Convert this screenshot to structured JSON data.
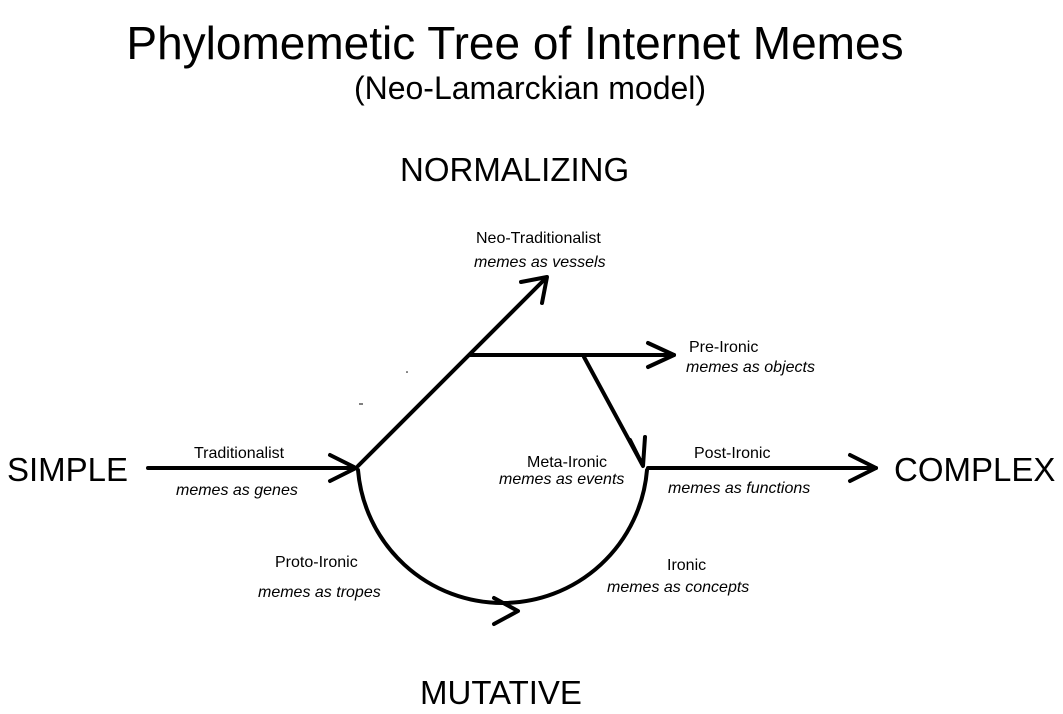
{
  "title": "Phylomemetic Tree of Internet Memes",
  "subtitle": "(Neo-Lamarckian model)",
  "axes": {
    "top": "NORMALIZING",
    "bottom": "MUTATIVE",
    "left": "SIMPLE",
    "right": "COMPLEX"
  },
  "nodes": {
    "traditionalist": {
      "name": "Traditionalist",
      "desc": "memes as genes"
    },
    "neo_traditionalist": {
      "name": "Neo-Traditionalist",
      "desc": "memes as vessels"
    },
    "pre_ironic": {
      "name": "Pre-Ironic",
      "desc": "memes as objects"
    },
    "meta_ironic": {
      "name": "Meta-Ironic",
      "desc": "memes as events"
    },
    "post_ironic": {
      "name": "Post-Ironic",
      "desc": "memes as functions"
    },
    "proto_ironic": {
      "name": "Proto-Ironic",
      "desc": "memes as tropes"
    },
    "ironic": {
      "name": "Ironic",
      "desc": "memes as concepts"
    }
  }
}
